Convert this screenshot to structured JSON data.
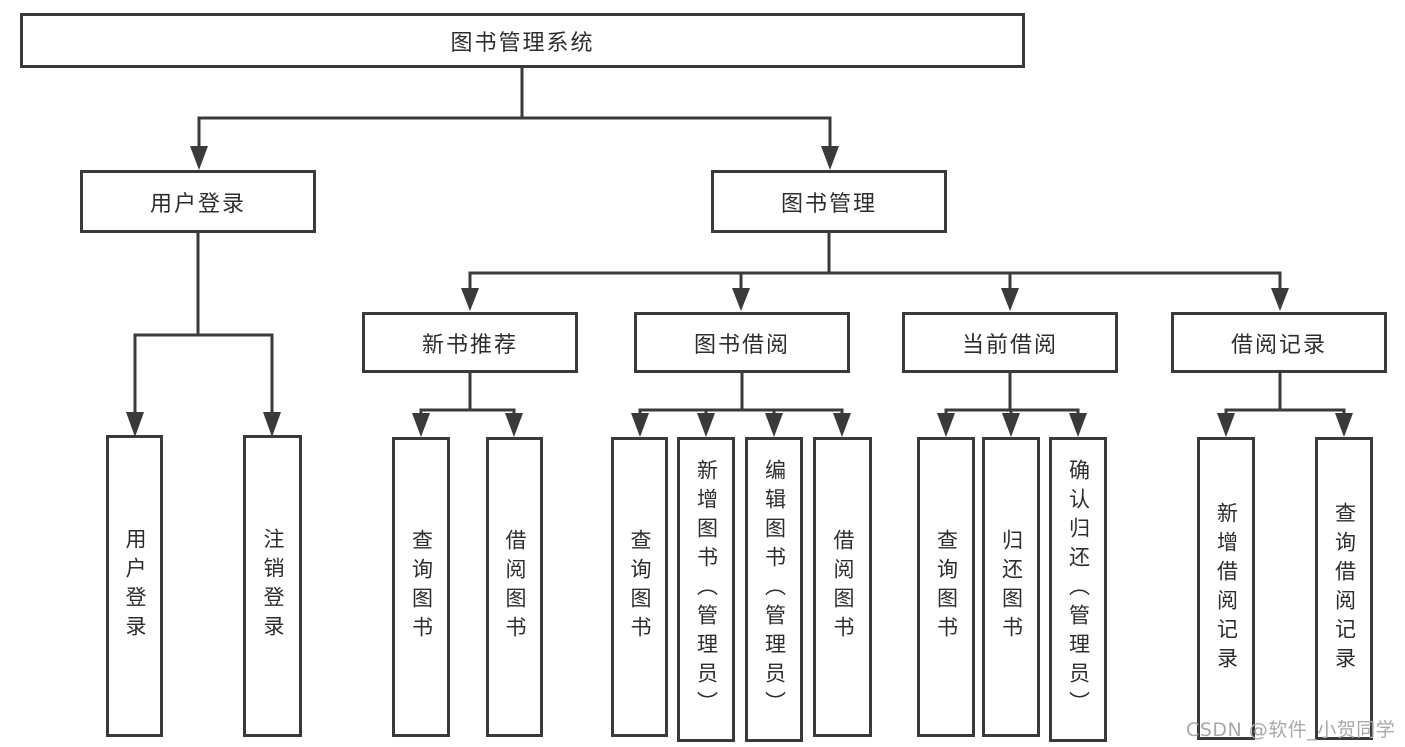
{
  "tree": {
    "label": "图书管理系统",
    "children": [
      {
        "label": "用户登录",
        "children": [
          {
            "label": "用户登录"
          },
          {
            "label": "注销登录"
          }
        ]
      },
      {
        "label": "图书管理",
        "children": [
          {
            "label": "新书推荐",
            "children": [
              {
                "label": "查询图书"
              },
              {
                "label": "借阅图书"
              }
            ]
          },
          {
            "label": "图书借阅",
            "children": [
              {
                "label": "查询图书"
              },
              {
                "label": "新增图书（管理员）"
              },
              {
                "label": "编辑图书（管理员）"
              },
              {
                "label": "借阅图书"
              }
            ]
          },
          {
            "label": "当前借阅",
            "children": [
              {
                "label": "查询图书"
              },
              {
                "label": "归还图书"
              },
              {
                "label": "确认归还（管理员）"
              }
            ]
          },
          {
            "label": "借阅记录",
            "children": [
              {
                "label": "新增借阅记录"
              },
              {
                "label": "查询借阅记录"
              }
            ]
          }
        ]
      }
    ]
  },
  "watermark": {
    "text": "CSDN @软件_小贺同学"
  },
  "colors": {
    "line": "#3a3a3a",
    "text": "#2d2d2d",
    "watermark": "#a9a9a9",
    "background": "#ffffff"
  }
}
